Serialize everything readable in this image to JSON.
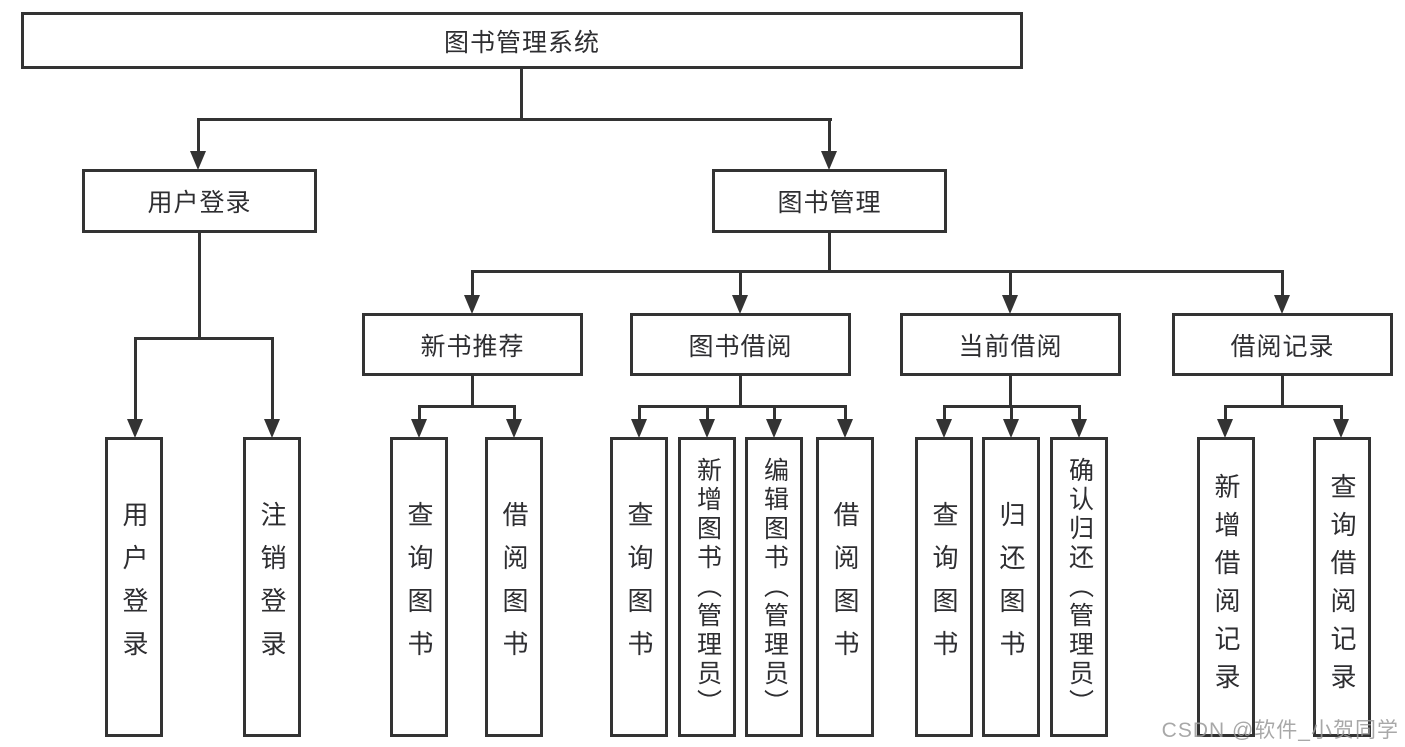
{
  "tree": {
    "label": "图书管理系统",
    "children": [
      {
        "label": "用户登录",
        "children": [
          {
            "label": "用户登录"
          },
          {
            "label": "注销登录"
          }
        ]
      },
      {
        "label": "图书管理",
        "children": [
          {
            "label": "新书推荐",
            "children": [
              {
                "label": "查询图书"
              },
              {
                "label": "借阅图书"
              }
            ]
          },
          {
            "label": "图书借阅",
            "children": [
              {
                "label": "查询图书"
              },
              {
                "label": "新增图书（管理员）"
              },
              {
                "label": "编辑图书（管理员）"
              },
              {
                "label": "借阅图书"
              }
            ]
          },
          {
            "label": "当前借阅",
            "children": [
              {
                "label": "查询图书"
              },
              {
                "label": "归还图书"
              },
              {
                "label": "确认归还（管理员）"
              }
            ]
          },
          {
            "label": "借阅记录",
            "children": [
              {
                "label": "新增借阅记录"
              },
              {
                "label": "查询借阅记录"
              }
            ]
          }
        ]
      }
    ]
  },
  "watermark": {
    "text": "CSDN @软件_小贺同学",
    "color": "#9a9a9a"
  },
  "colors": {
    "line": "#333333",
    "text": "#2e2e31",
    "background": "#ffffff"
  }
}
